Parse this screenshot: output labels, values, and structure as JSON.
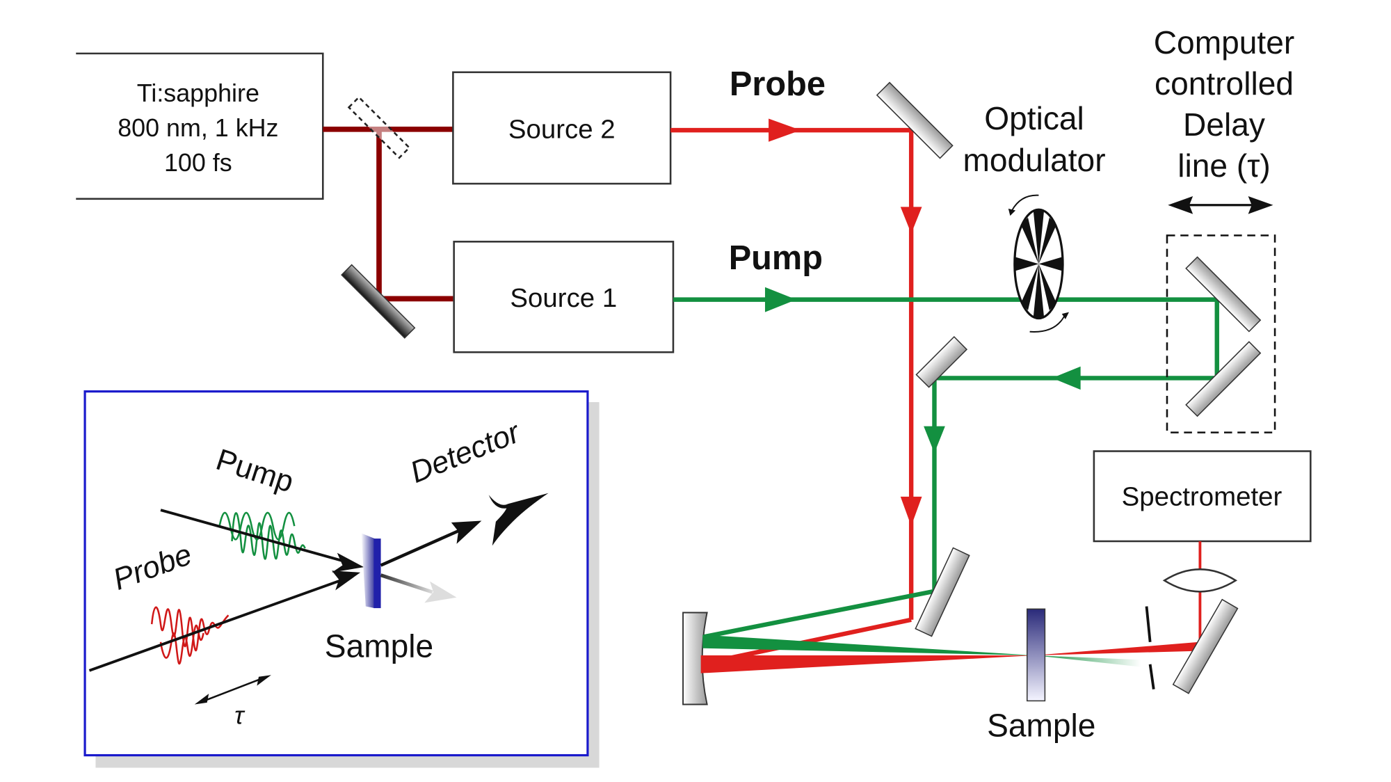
{
  "laser": {
    "line1": "Ti:sapphire",
    "line2": "800 nm, 1 kHz",
    "line3": "100 fs"
  },
  "source2": {
    "label": "Source 2"
  },
  "source1": {
    "label": "Source 1"
  },
  "beams": {
    "probe_label": "Probe",
    "pump_label": "Pump"
  },
  "modulator": {
    "line1": "Optical",
    "line2": "modulator"
  },
  "delay_line": {
    "line1": "Computer",
    "line2": "controlled",
    "line3": "Delay",
    "line4": "line (τ)"
  },
  "spectrometer": {
    "label": "Spectrometer"
  },
  "sample": {
    "label": "Sample"
  },
  "inset": {
    "pump_label": "Pump",
    "probe_label": "Probe",
    "detector_label": "Detector",
    "sample_label": "Sample",
    "tau_label": "τ"
  },
  "colors": {
    "fundamental": "#8b0000",
    "probe": "#e0201e",
    "pump": "#139040",
    "inset_border": "#1a1acc"
  }
}
